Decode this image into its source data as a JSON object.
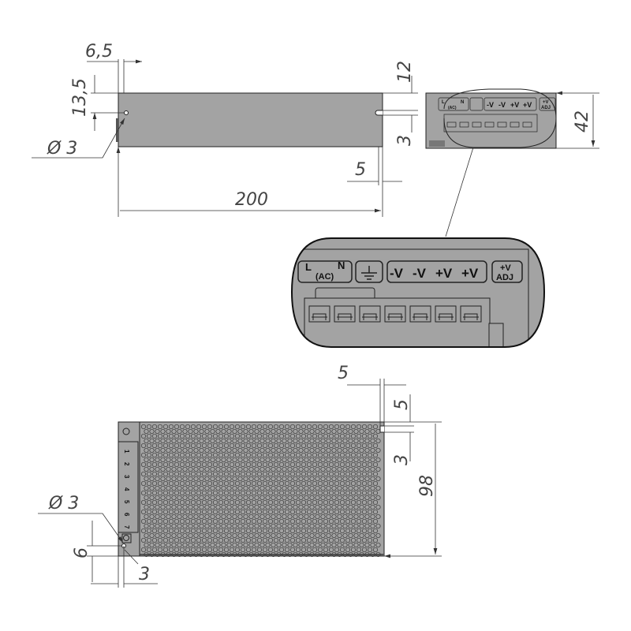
{
  "colors": {
    "body": "#a3a3a3",
    "dark": "#555555",
    "line": "#333333"
  },
  "side_view": {
    "dims": {
      "offset_x": "6,5",
      "offset_y": "13,5",
      "hole": "Ø 3",
      "top": "12",
      "slot": "3",
      "right": "5",
      "length": "200"
    }
  },
  "end_view": {
    "height": "42",
    "labels": {
      "l": "L",
      "n": "N",
      "ac": "(AC)",
      "v1": "-V",
      "v2": "-V",
      "v3": "+V",
      "v4": "+V",
      "adj_top": "+V",
      "adj": "ADJ"
    }
  },
  "bottom_view": {
    "terminal_numbers": [
      "1",
      "2",
      "3",
      "4",
      "5",
      "6",
      "7"
    ],
    "dims": {
      "top_right": "5",
      "right_offset": "5",
      "slot": "3",
      "width": "98",
      "hole": "Ø 3",
      "hole_y": "6",
      "hole_x": "3"
    }
  }
}
